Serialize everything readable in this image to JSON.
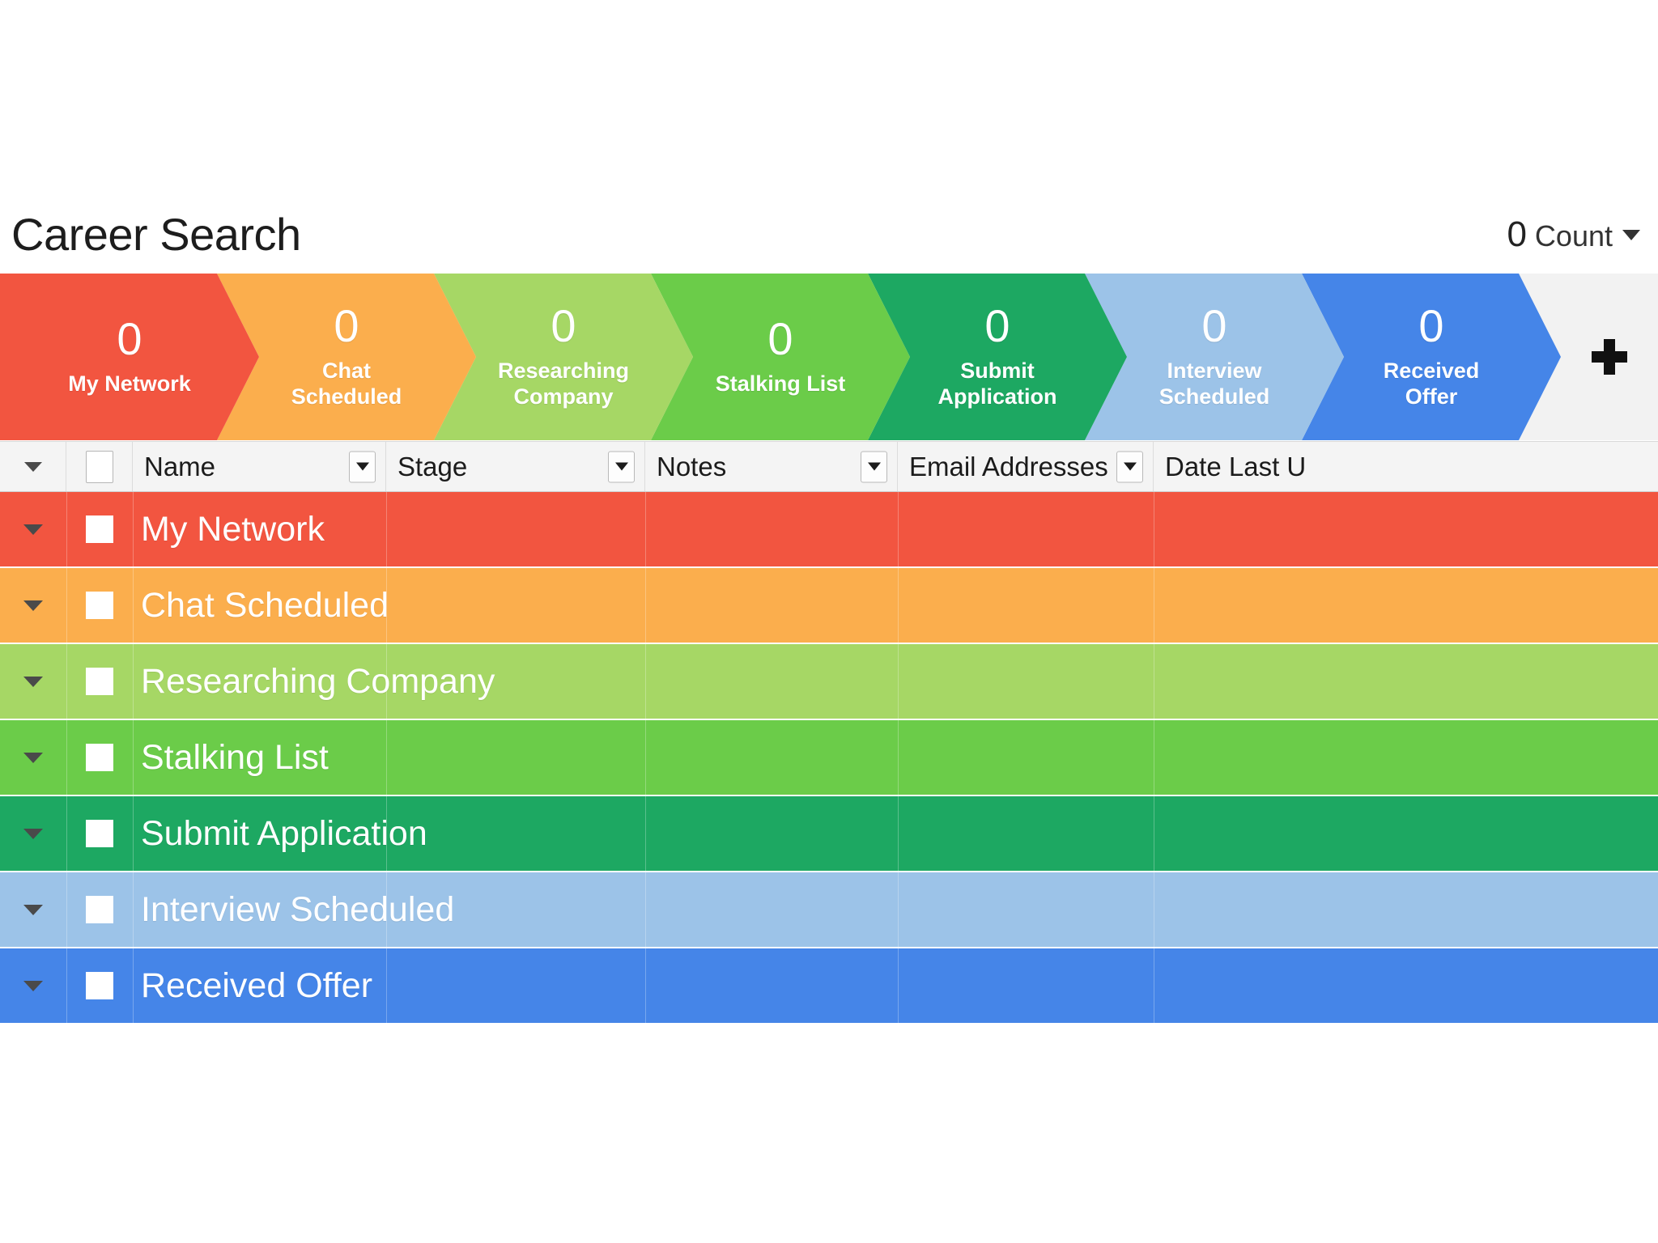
{
  "header": {
    "title": "Career Search",
    "count_value": "0",
    "count_label": "Count",
    "count_caret_icon": "chevron-down-icon"
  },
  "funnel": {
    "add_stage_icon": "plus-icon",
    "stages": [
      {
        "label": "My Network",
        "count": "0",
        "color": "#F25540"
      },
      {
        "label": "Chat\nScheduled",
        "count": "0",
        "color": "#FBAE4D"
      },
      {
        "label": "Researching\nCompany",
        "count": "0",
        "color": "#A6D765"
      },
      {
        "label": "Stalking List",
        "count": "0",
        "color": "#6BCC49"
      },
      {
        "label": "Submit\nApplication",
        "count": "0",
        "color": "#1DA862"
      },
      {
        "label": "Interview\nScheduled",
        "count": "0",
        "color": "#9CC3E8"
      },
      {
        "label": "Received\nOffer",
        "count": "0",
        "color": "#4585E8"
      }
    ]
  },
  "table": {
    "expander_icon": "caret-down-icon",
    "select_all_icon": "checkbox-unchecked-icon",
    "filter_icon": "filter-dropdown-icon",
    "columns": [
      {
        "label": "Name",
        "has_filter": true
      },
      {
        "label": "Stage",
        "has_filter": true
      },
      {
        "label": "Notes",
        "has_filter": true
      },
      {
        "label": "Email Addresses",
        "has_filter": true
      },
      {
        "label": "Date Last U",
        "has_filter": false
      }
    ],
    "group_rows": [
      {
        "label": "My Network",
        "color": "#F25540",
        "expander_icon": "caret-down-icon",
        "checkbox_icon": "checkbox-unchecked-icon"
      },
      {
        "label": "Chat Scheduled",
        "color": "#FBAE4D",
        "expander_icon": "caret-down-icon",
        "checkbox_icon": "checkbox-unchecked-icon"
      },
      {
        "label": "Researching Company",
        "color": "#A6D765",
        "expander_icon": "caret-down-icon",
        "checkbox_icon": "checkbox-unchecked-icon"
      },
      {
        "label": "Stalking List",
        "color": "#6BCC49",
        "expander_icon": "caret-down-icon",
        "checkbox_icon": "checkbox-unchecked-icon"
      },
      {
        "label": "Submit Application",
        "color": "#1DA862",
        "expander_icon": "caret-down-icon",
        "checkbox_icon": "checkbox-unchecked-icon"
      },
      {
        "label": "Interview Scheduled",
        "color": "#9CC3E8",
        "expander_icon": "caret-down-icon",
        "checkbox_icon": "checkbox-unchecked-icon"
      },
      {
        "label": "Received Offer",
        "color": "#4585E8",
        "expander_icon": "caret-down-icon",
        "checkbox_icon": "checkbox-unchecked-icon"
      }
    ]
  }
}
